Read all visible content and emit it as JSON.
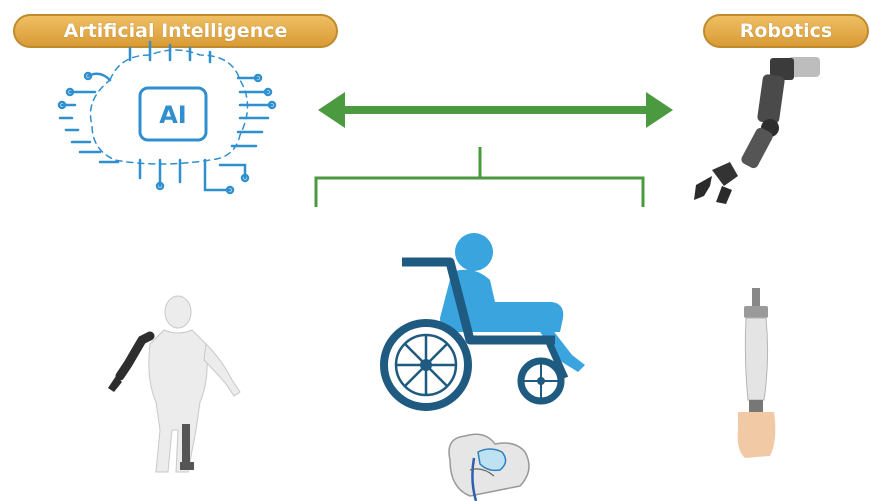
{
  "labels": {
    "left": "Artificial Intelligence",
    "right": "Robotics",
    "chip": "AI"
  },
  "colors": {
    "label_fill": "#e0a845",
    "connector": "#4b9a3f",
    "wheelchair_frame": "#1f5a80",
    "person": "#39a4de",
    "circuit": "#2f8fcf"
  },
  "icons": [
    "ai-brain-circuit-icon",
    "robotic-arm-icon",
    "wheelchair-user-icon",
    "prosthetic-arm-person-icon",
    "prosthetic-leg-icon",
    "artificial-heart-icon"
  ]
}
